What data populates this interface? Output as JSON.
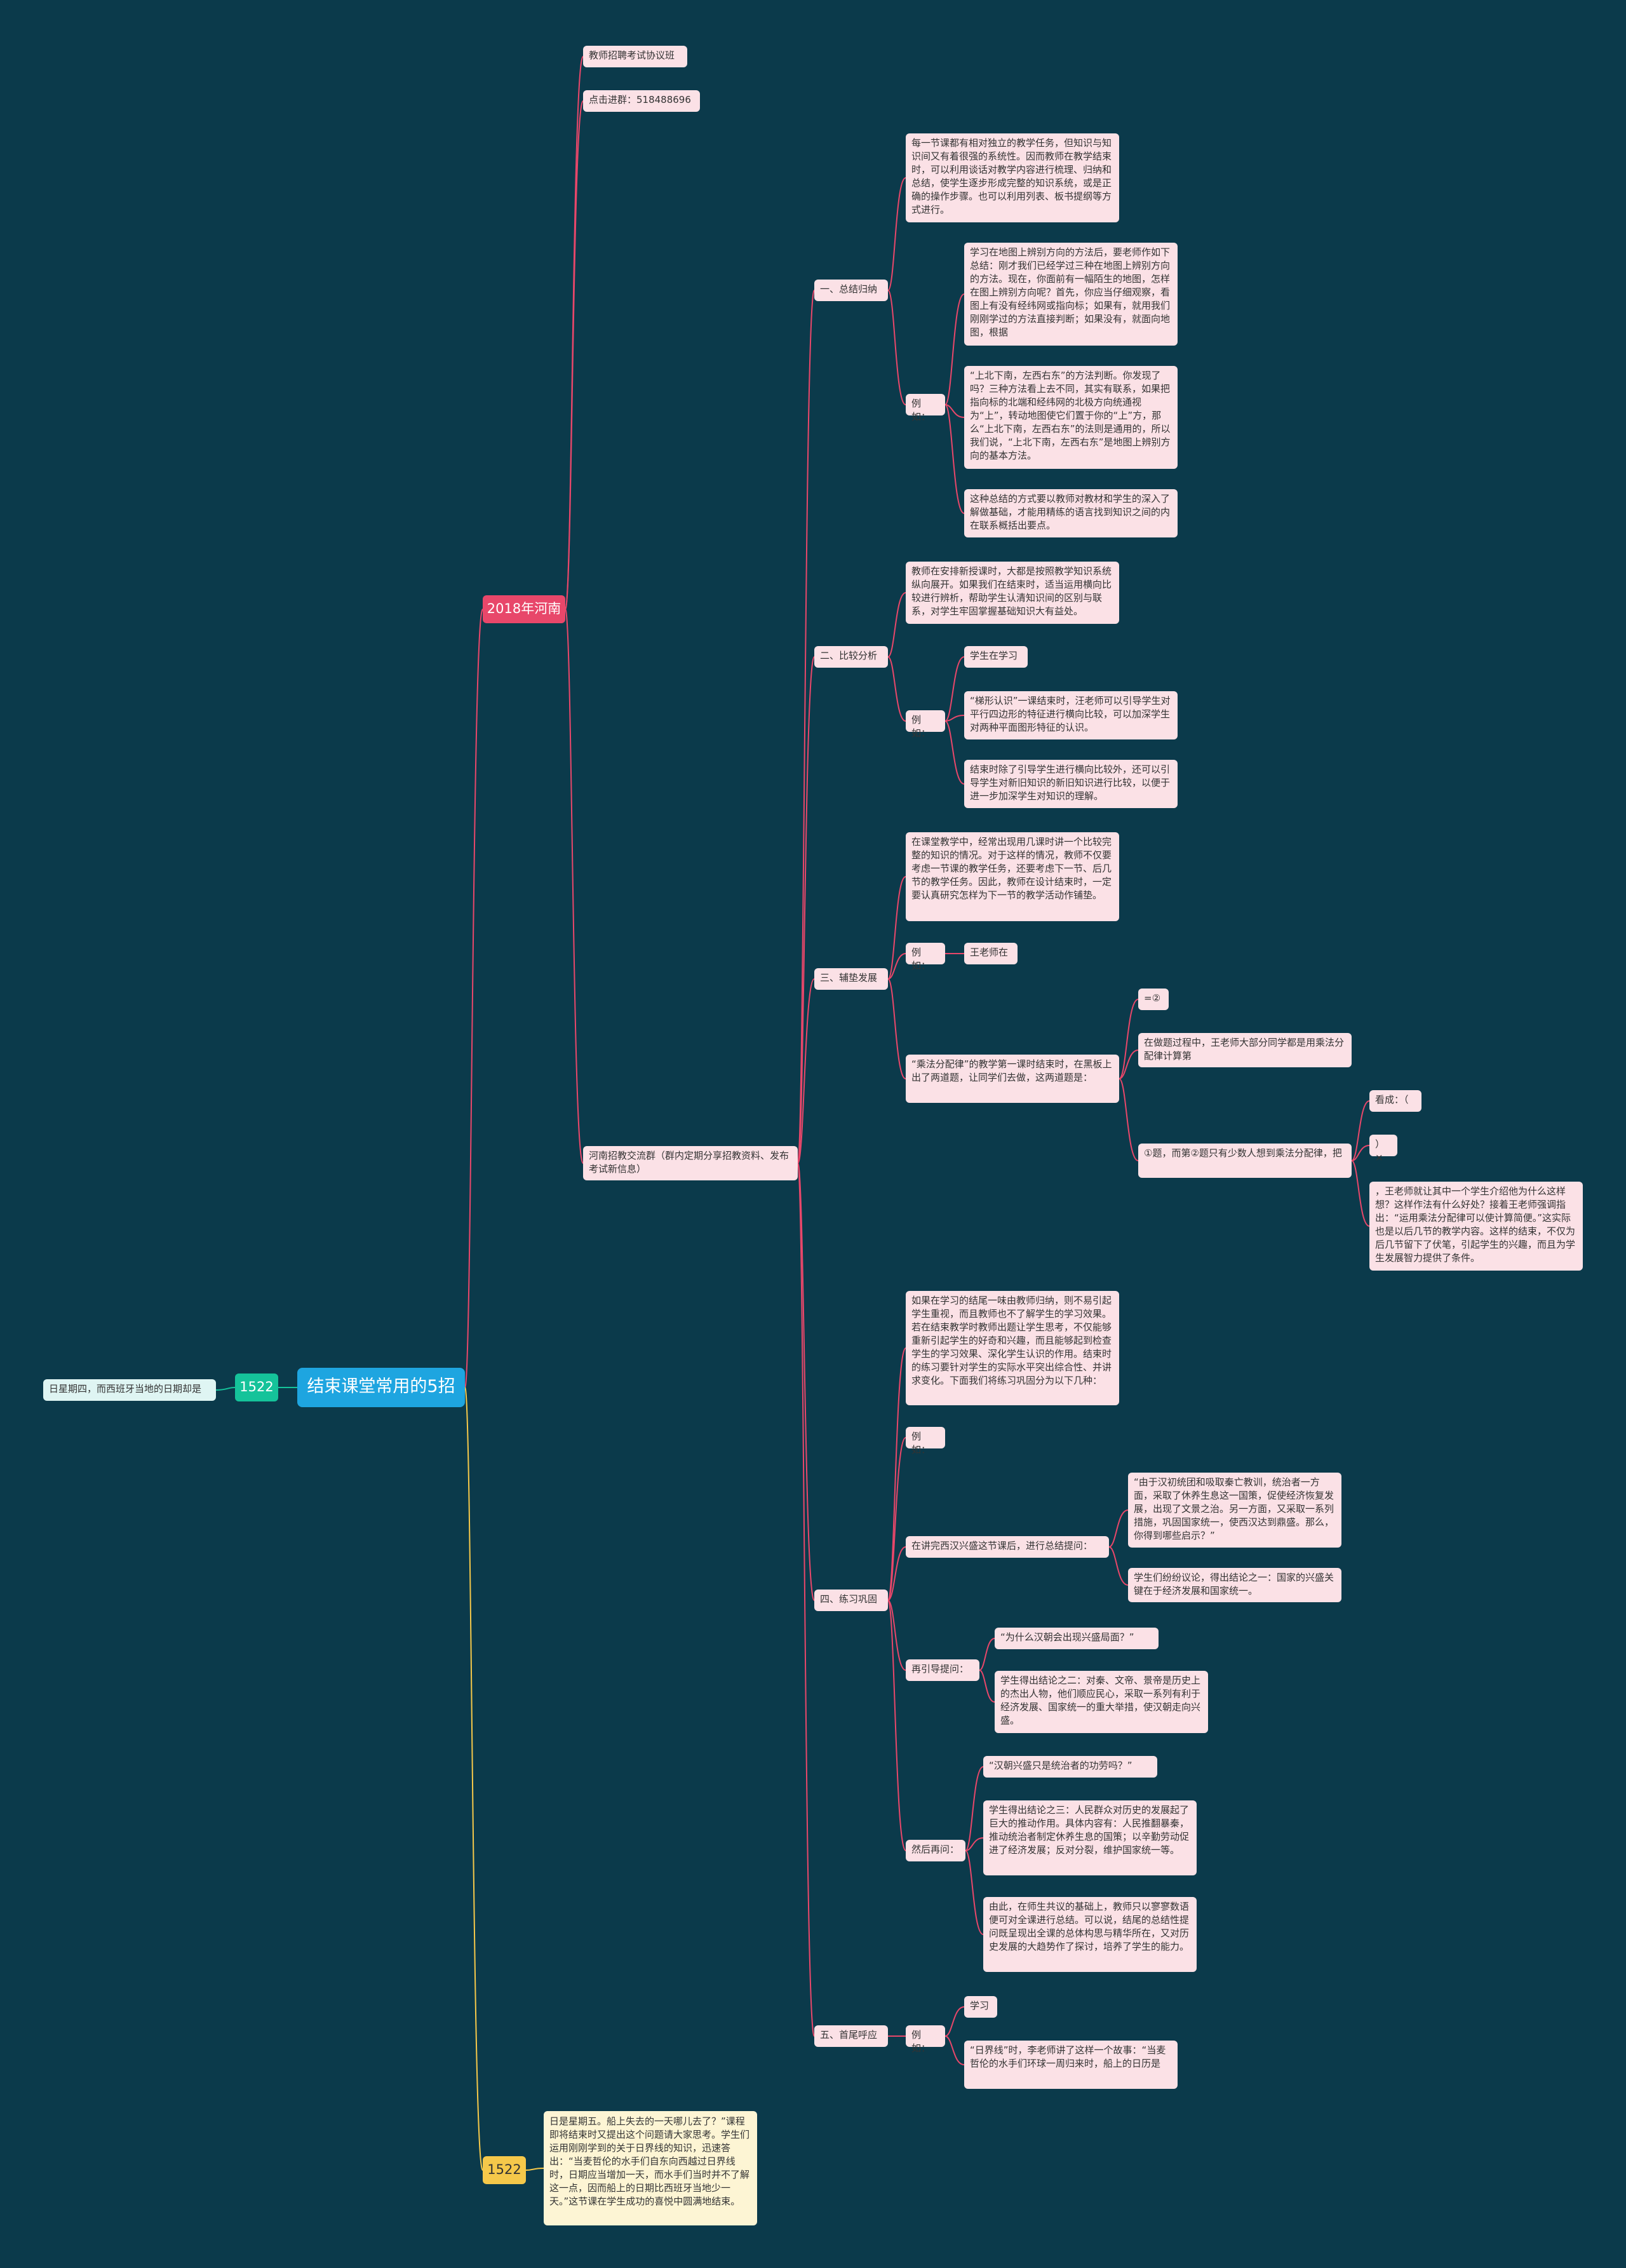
{
  "colors": {
    "background": "#0b3a4b",
    "root": "#1ea5e0",
    "pink_branch": "#e8476a",
    "green_branch": "#15c39a",
    "yellow_branch": "#f5c84a",
    "pink_leaf": "#fbe1e6",
    "yellow_leaf": "#fdf5d4",
    "cyan_leaf": "#dff5f3"
  },
  "nodes": {
    "root": "结束课堂常用的5招",
    "left_num": "1522",
    "left_leaf": "日星期四，而西班牙当地的日期却是",
    "branch_henan": "2018年河南",
    "branch_1522": "1522",
    "leaf_1522": "日是星期五。船上失去的一天哪儿去了？”课程即将结束时又提出这个问题请大家思考。学生们运用刚刚学到的关于日界线的知识，迅速答出：“当麦哲伦的水手们自东向西越过日界线时，日期应当增加一天，而水手们当时并不了解这一点，因而船上的日期比西班牙当地少一天。”这节课在学生成功的喜悦中圆满地结束。",
    "class_banner": "教师招聘考试协议班",
    "join_group": "点击进群：518488696",
    "henan_group": "河南招教交流群（群内定期分享招教资料、发布考试新信息）",
    "s1": "一、总结归纳",
    "s1_text": "每一节课都有相对独立的教学任务，但知识与知识间又有着很强的系统性。因而教师在教学结束时，可以利用谈话对教学内容进行梳理、归纳和总结，使学生逐步形成完整的知识系统，或是正确的操作步骤。也可以利用列表、板书提纲等方式进行。",
    "s1_ex": "例如：",
    "s1_ex_a": "学习在地图上辨别方向的方法后，要老师作如下总结：刚才我们已经学过三种在地图上辨别方向的方法。现在，你面前有一幅陌生的地图，怎样在图上辨别方向呢？首先，你应当仔细观察，看图上有没有经纬网或指向标；如果有，就用我们刚刚学过的方法直接判断；如果没有，就面向地图，根据",
    "s1_ex_b": "“上北下南，左西右东”的方法判断。你发现了吗？三种方法看上去不同，其实有联系，如果把指向标的北端和经纬网的北极方向统通视为“上”，转动地图使它们置于你的“上”方，那么“上北下南，左西右东”的法则是通用的，所以我们说，“上北下南，左西右东”是地图上辨别方向的基本方法。",
    "s1_ex_c": "这种总结的方式要以教师对教材和学生的深入了解做基础，才能用精练的语言找到知识之间的内在联系概括出要点。",
    "s2": "二、比较分析",
    "s2_text": "教师在安排新授课时，大都是按照教学知识系统纵向展开。如果我们在结束时，适当运用横向比较进行辨析，帮助学生认清知识间的区别与联系，对学生牢固掌握基础知识大有益处。",
    "s2_ex": "例如：",
    "s2_ex_a": "学生在学习",
    "s2_ex_b": "“梯形认识”一课结束时，汪老师可以引导学生对平行四边形的特征进行横向比较，可以加深学生对两种平面图形特征的认识。",
    "s2_ex_c": "结束时除了引导学生进行横向比较外，还可以引导学生对新旧知识的新旧知识进行比较，以便于进一步加深学生对知识的理解。",
    "s3": "三、辅垫发展",
    "s3_text": "在课堂教学中，经常出现用几课时讲一个比较完整的知识的情况。对于这样的情况，教师不仅要考虑一节课的教学任务，还要考虑下一节、后几节的教学任务。因此，教师在设计结束时，一定要认真研究怎样为下一节的教学活动作铺垫。",
    "s3_ex": "例如：",
    "s3_ex_a": "王老师在",
    "s3_q": "“乘法分配律”的教学第一课时结束时，在黑板上出了两道题，让同学们去做，这两道题是：",
    "s3_q1": "=②",
    "s3_q2": "在做题过程中，王老师大部分同学都是用乘法分配律计算第",
    "s3_q3": "①题，而第②题只有少数人想到乘法分配律，把",
    "s3_q3a": "看成：（",
    "s3_q3b": "）×",
    "s3_q3c": "，王老师就让其中一个学生介绍他为什么这样想？这样作法有什么好处？接着王老师强调指出：“运用乘法分配律可以使计算简便。”这实际也是以后几节的教学内容。这样的结束，不仅为后几节留下了伏笔，引起学生的兴趣，而且为学生发展智力提供了条件。",
    "s4": "四、练习巩固",
    "s4_text": "如果在学习的结尾一味由教师归纳，则不易引起学生重视，而且教师也不了解学生的学习效果。若在结束教学时教师出题让学生思考，不仅能够重新引起学生的好奇和兴趣，而且能够起到检查学生的学习效果、深化学生认识的作用。结束时的练习要针对学生的实际水平突出综合性、并讲求变化。下面我们将练习巩固分为以下几种：",
    "s4_ex": "例如：",
    "s4_ask": "在讲完西汉兴盛这节课后，进行总结提问：",
    "s4_ask_a": "“由于汉初统团和吸取秦亡教训，统治者一方面，采取了休养生息这一国策，促使经济恢复发展，出现了文景之治。另一方面，又采取一系列措施，巩固国家统一，使西汉达到鼎盛。那么，你得到哪些启示？”",
    "s4_ask_b": "学生们纷纷议论，得出结论之一：国家的兴盛关键在于经济发展和国家统一。",
    "s4_re": "再引导提问：",
    "s4_re_a": "“为什么汉朝会出现兴盛局面？”",
    "s4_re_b": "学生得出结论之二：对秦、文帝、景帝是历史上的杰出人物，他们顺应民心，采取一系列有利于经济发展、国家统一的重大举措，使汉朝走向兴盛。",
    "s4_then": "然后再问：",
    "s4_then_a": "“汉朝兴盛只是统治者的功劳吗？”",
    "s4_then_b": "学生得出结论之三：人民群众对历史的发展起了巨大的推动作用。具体内容有：人民推翻暴秦，推动统治者制定休养生息的国策；以辛勤劳动促进了经济发展；反对分裂，维护国家统一等。",
    "s4_then_c": "由此，在师生共议的基础上，教师只以寥寥数语便可对全课进行总结。可以说，结尾的总结性提问既呈现出全课的总体构思与精华所在，又对历史发展的大趋势作了探讨，培养了学生的能力。",
    "s5": "五、首尾呼应",
    "s5_ex": "例如：",
    "s5_a": "学习",
    "s5_b": "“日界线”时，李老师讲了这样一个故事：“当麦哲伦的水手们环球一周归来时，船上的日历是"
  }
}
